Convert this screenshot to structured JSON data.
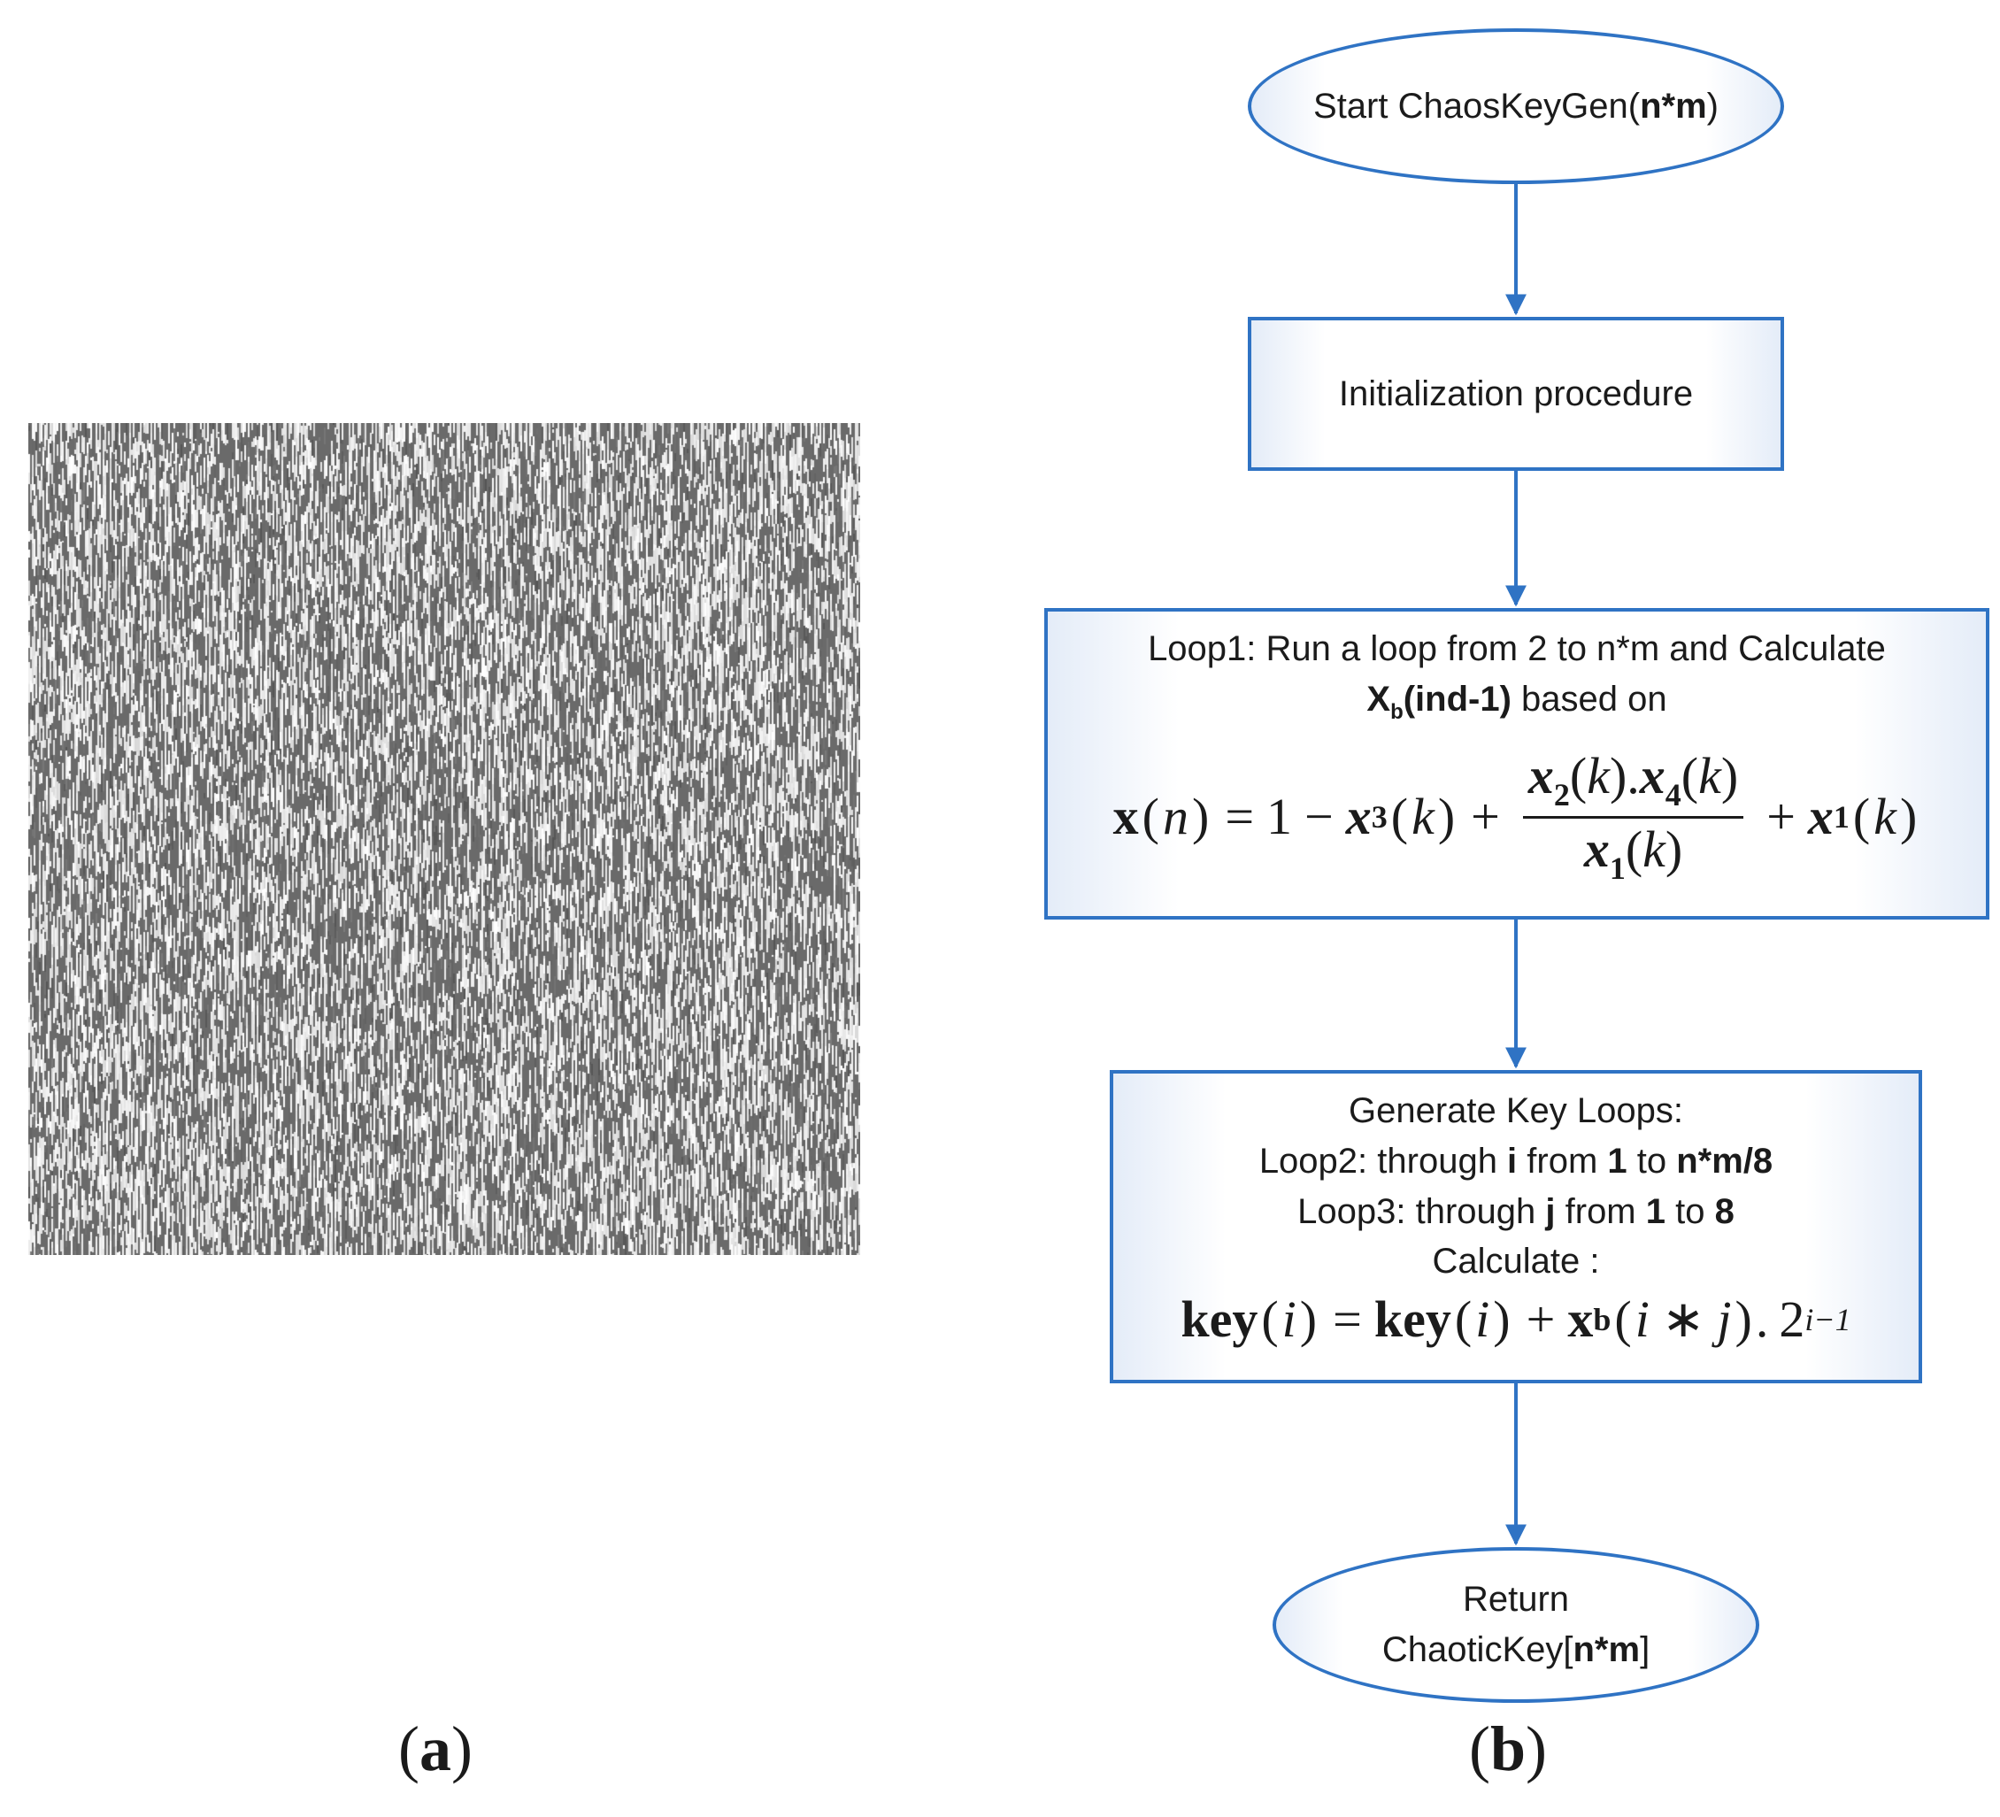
{
  "panels": {
    "a_label": "a",
    "b_label": "b"
  },
  "colors": {
    "accent": "#2f73c4",
    "noise_dark": "#6a6a6a",
    "noise_light": "#f2f2f2"
  },
  "flowchart": {
    "start": {
      "prefix": "Start ChaosKeyGen(",
      "arg": "n*m",
      "suffix": ")"
    },
    "init": {
      "text": "Initialization procedure"
    },
    "loop1": {
      "line1": "Loop1: Run a loop from 2 to n*m and Calculate",
      "xb": "X",
      "xb_sub": "b",
      "ind": "(ind-1)",
      "line2_rest": " based on",
      "formula": {
        "lhs_x": "x",
        "lhs_n": "n",
        "eq": "=",
        "one": "1",
        "minus": "−",
        "x3": "x",
        "x3_sub": "3",
        "k1": "k",
        "plus1": "+",
        "num_x2": "x",
        "num_x2_sub": "2",
        "num_k2": "k",
        "num_dot": ".",
        "num_x4": "x",
        "num_x4_sub": "4",
        "num_k4": "k",
        "den_x1": "x",
        "den_x1_sub": "1",
        "den_k": "k",
        "plus2": "+",
        "x1": "x",
        "x1_sub": "1",
        "k5": "k"
      }
    },
    "keys": {
      "line1": "Generate Key Loops:",
      "loop2_a": "Loop2: through ",
      "loop2_i": "i",
      "loop2_b": " from ",
      "loop2_1": "1",
      "loop2_c": " to ",
      "loop2_end": "n*m/8",
      "loop3_a": "Loop3: through ",
      "loop3_j": "j",
      "loop3_b": " from ",
      "loop3_1": "1",
      "loop3_c": " to ",
      "loop3_end": "8",
      "calc": "Calculate :",
      "formula": {
        "key1": "key",
        "i1": "i",
        "eq": "=",
        "key2": "key",
        "i2": "i",
        "plus": "+",
        "xb": "x",
        "xb_sub": "b",
        "i3": "i",
        "star": "∗",
        "j": "j",
        "dot": ".",
        "two": "2",
        "exp": "i−1"
      }
    },
    "end": {
      "line1": "Return",
      "prefix": "ChaoticKey[",
      "arg": "n*m",
      "suffix": "]"
    }
  }
}
